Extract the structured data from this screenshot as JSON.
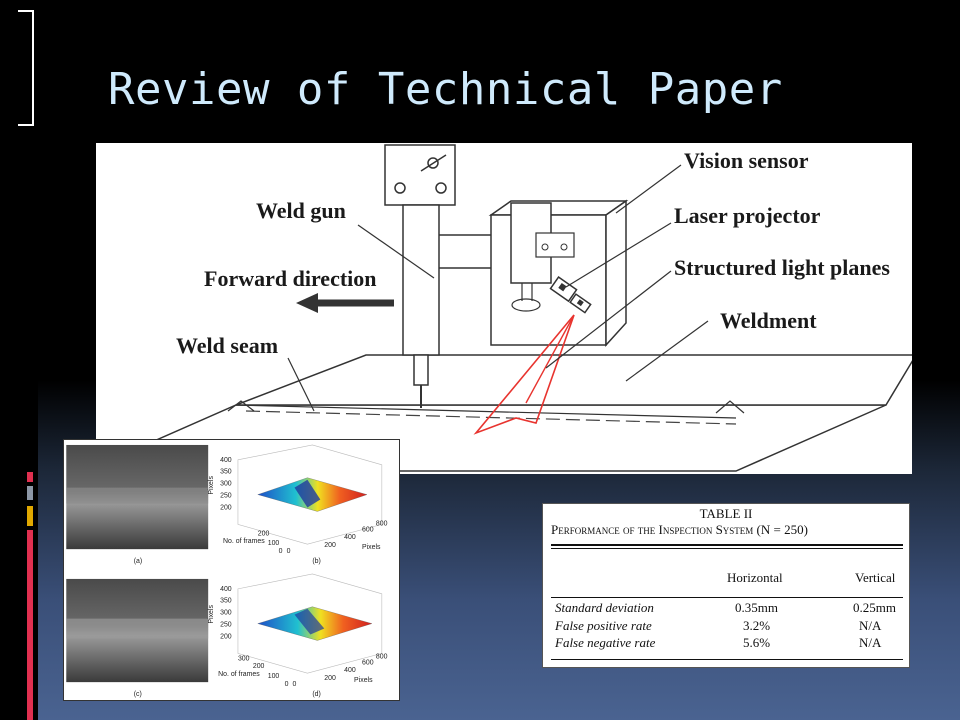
{
  "slide": {
    "title": "Review of Technical Paper",
    "colors": {
      "title": "#cfeafc",
      "accent_gray": "#8c97a6",
      "accent_gold": "#e0a800",
      "accent_red": "#e03050",
      "laser_red": "#e8342f"
    }
  },
  "main_figure": {
    "labels": {
      "weld_gun": "Weld gun",
      "forward_direction": "Forward direction",
      "weld_seam": "Weld seam",
      "vision_sensor": "Vision sensor",
      "laser_projector": "Laser projector",
      "structured_light_planes": "Structured light planes",
      "weldment": "Weldment"
    }
  },
  "sub_figure": {
    "panel_a": "(a)",
    "panel_b": "(b)",
    "panel_c": "(c)",
    "panel_d": "(d)",
    "z_label": "Pixels",
    "y_label": "No. of frames",
    "x_label": "Pixels",
    "b_z_ticks": [
      "400",
      "350",
      "300",
      "250",
      "200"
    ],
    "b_y_ticks": [
      "200",
      "100",
      "0"
    ],
    "b_x_ticks": [
      "0",
      "200",
      "400",
      "600",
      "800"
    ],
    "d_z_ticks": [
      "400",
      "350",
      "300",
      "250",
      "200"
    ],
    "d_y_ticks": [
      "300",
      "200",
      "100",
      "0"
    ],
    "d_x_ticks": [
      "0",
      "200",
      "400",
      "600",
      "800"
    ]
  },
  "table": {
    "number": "TABLE   II",
    "caption": "Performance of the Inspection System (N = 250)",
    "columns": [
      "Horizontal",
      "Vertical"
    ],
    "rows": [
      {
        "label": "Standard deviation",
        "horizontal": "0.35mm",
        "vertical": "0.25mm"
      },
      {
        "label": "False positive rate",
        "horizontal": "3.2%",
        "vertical": "N/A"
      },
      {
        "label": "False negative rate",
        "horizontal": "5.6%",
        "vertical": "N/A"
      }
    ]
  }
}
